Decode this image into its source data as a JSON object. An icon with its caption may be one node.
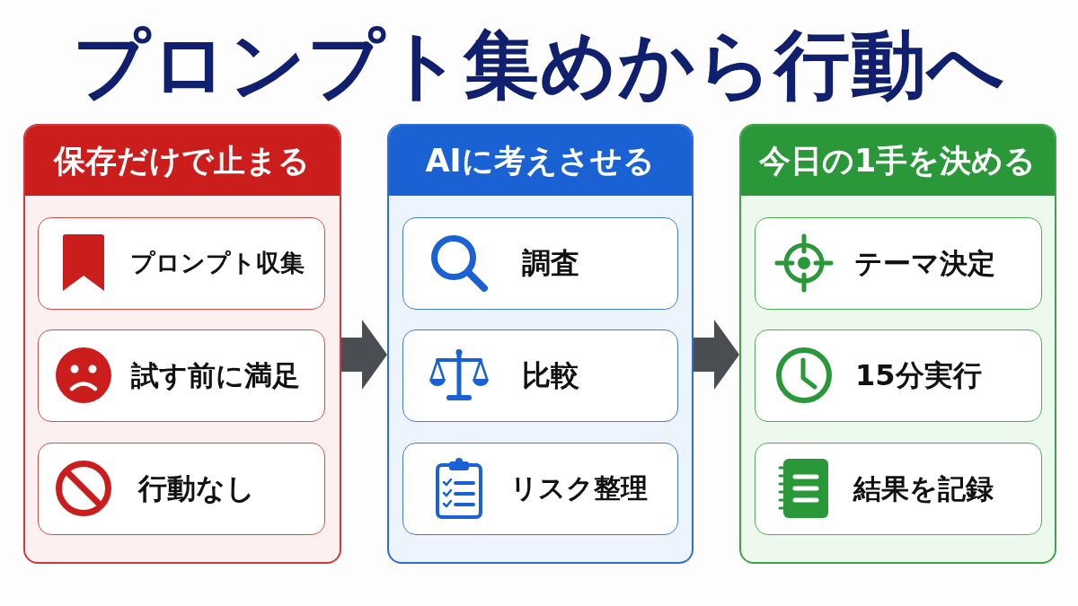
{
  "diagram": {
    "title": "プロンプト集めから行動へ",
    "nodes": [
      {
        "text": [
          "保存だけで止まる"
        ]
      },
      {
        "text": [
          "プロンプト収集"
        ],
        "in": 0
      },
      {
        "text": [
          "試す前に満足"
        ],
        "in": 0
      },
      {
        "text": [
          "行動なし"
        ],
        "in": 0
      },
      {
        "text": [
          "AIに考えさせる"
        ]
      },
      {
        "text": [
          "調査"
        ],
        "in": 4
      },
      {
        "text": [
          "比較"
        ],
        "in": 4
      },
      {
        "text": [
          "リスク整理"
        ],
        "in": 4
      },
      {
        "text": [
          "今日の1手を決める"
        ]
      },
      {
        "text": [
          "テーマ決定"
        ],
        "in": 8
      },
      {
        "text": [
          "15分実行"
        ],
        "in": 8
      },
      {
        "text": [
          "結果を記録"
        ],
        "in": 8
      }
    ],
    "edges": [
      {
        "from": 0,
        "to": 4,
        "arrow": "to"
      },
      {
        "from": 4,
        "to": 8,
        "arrow": "to"
      }
    ]
  }
}
